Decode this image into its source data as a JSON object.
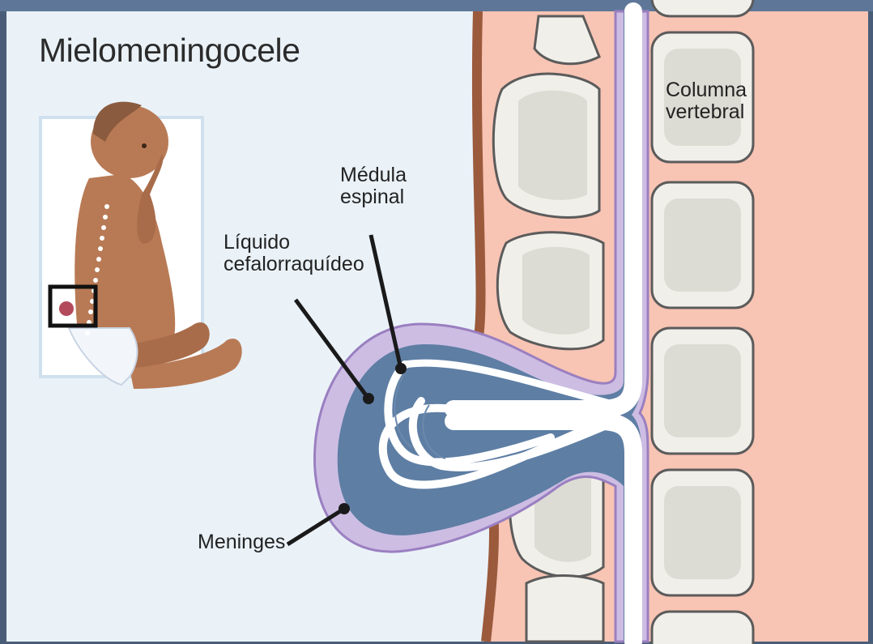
{
  "title": "Mielomeningocele",
  "labels": {
    "columna": [
      "Columna",
      "vertebral"
    ],
    "medula": [
      "Médula",
      "espinal"
    ],
    "liquido": [
      "Líquido",
      "cefalorraquídeo"
    ],
    "meninges": "Meninges"
  },
  "icons": {
    "baby": "baby-illustration",
    "cross_section": "spine-cross-section"
  },
  "colors": {
    "background": "#eaf2f8",
    "skin": "#f8c4b4",
    "vertebra": "#f1f1ee",
    "meninges": "#cdbde3",
    "csf": "#5e7ea4",
    "spinal_cord": "#ffffff"
  }
}
